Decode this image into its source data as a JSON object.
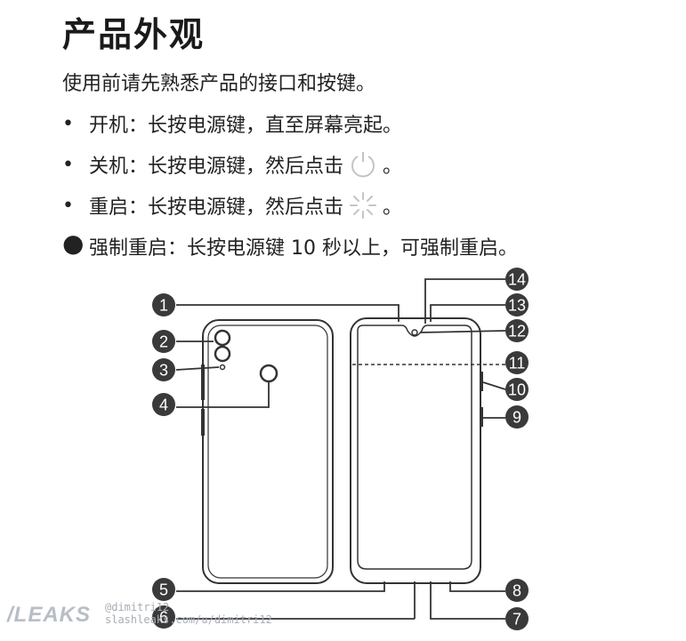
{
  "title": "产品外观",
  "intro": "使用前请先熟悉产品的接口和按键。",
  "bullets": [
    {
      "text": "开机：长按电源键，直至屏幕亮起。",
      "icon": "",
      "suffix": ""
    },
    {
      "text": "关机：长按电源键，然后点击",
      "icon": "power-icon",
      "suffix": "。"
    },
    {
      "text": "重启：长按电源键，然后点击",
      "icon": "restart-icon",
      "suffix": "。"
    },
    {
      "text": "强制重启：长按电源键 10 秒以上，可强制重启。",
      "icon": "",
      "suffix": ""
    }
  ],
  "callouts": [
    "1",
    "2",
    "3",
    "4",
    "5",
    "6",
    "7",
    "8",
    "9",
    "10",
    "11",
    "12",
    "13",
    "14"
  ],
  "watermark": {
    "logo": "/LEAKS",
    "line1": "@dimitri12",
    "line2": "slashleaks.com/u/dimitri12"
  },
  "colors": {
    "callout_fill": "#3a3a3a",
    "line": "#333333",
    "watermark": "#b0b6be"
  }
}
